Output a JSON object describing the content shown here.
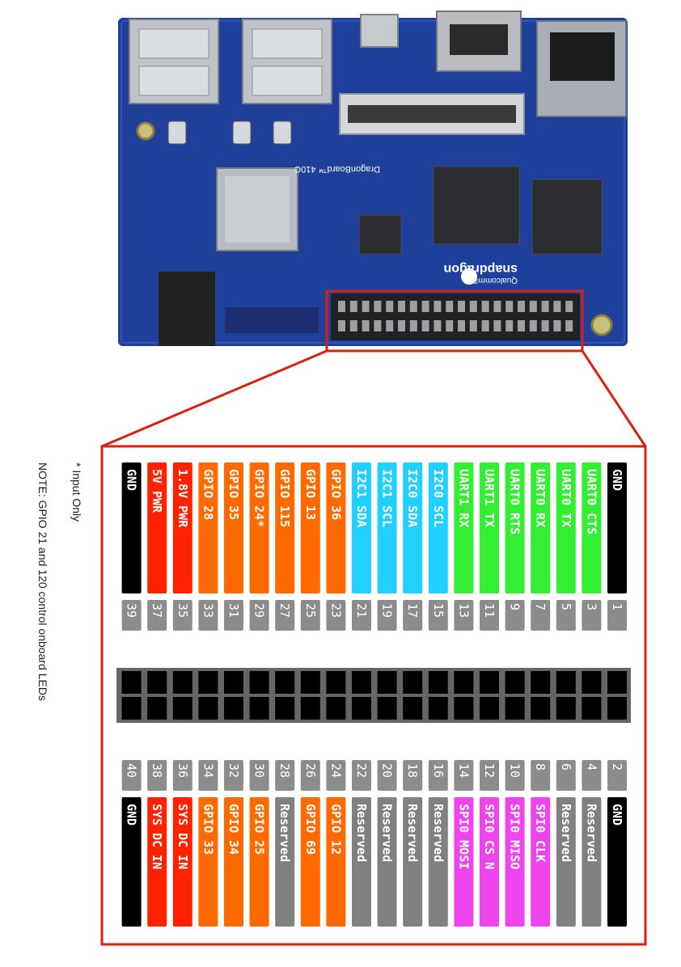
{
  "board": {
    "name": "DragonBoard™ 410C",
    "brand": "snapdragon",
    "maker": "Qualcomm®"
  },
  "notes": {
    "footnote": "* Input Only",
    "note": "NOTE:  GPIO 21 and 120 control onboard LEDs"
  },
  "colors": {
    "power": "#ff2200",
    "gpio": "#ff6a00",
    "i2c": "#22d0ff",
    "uart": "#33ee33",
    "spi": "#ee44ee",
    "gnd": "#000000",
    "reserved": "#808080",
    "pin_number": "#8c8c8c",
    "highlight": "#dd1f10",
    "pcb": "#1e3f9a"
  },
  "pins_odd": [
    {
      "num": "1",
      "label": "GND",
      "group": "gnd"
    },
    {
      "num": "3",
      "label": "UART0 CTS",
      "group": "uart"
    },
    {
      "num": "5",
      "label": "UART0 TX",
      "group": "uart"
    },
    {
      "num": "7",
      "label": "UART0 RX",
      "group": "uart"
    },
    {
      "num": "9",
      "label": "UART0 RTS",
      "group": "uart"
    },
    {
      "num": "11",
      "label": "UART1 TX",
      "group": "uart"
    },
    {
      "num": "13",
      "label": "UART1 RX",
      "group": "uart"
    },
    {
      "num": "15",
      "label": "I2C0 SCL",
      "group": "i2c"
    },
    {
      "num": "17",
      "label": "I2C0 SDA",
      "group": "i2c"
    },
    {
      "num": "19",
      "label": "I2C1 SCL",
      "group": "i2c"
    },
    {
      "num": "21",
      "label": "I2C1 SDA",
      "group": "i2c"
    },
    {
      "num": "23",
      "label": "GPIO 36",
      "group": "gpio"
    },
    {
      "num": "25",
      "label": "GPIO 13",
      "group": "gpio"
    },
    {
      "num": "27",
      "label": "GPIO 115",
      "group": "gpio"
    },
    {
      "num": "29",
      "label": "GPIO 24*",
      "group": "gpio"
    },
    {
      "num": "31",
      "label": "GPIO 35",
      "group": "gpio"
    },
    {
      "num": "33",
      "label": "GPIO 28",
      "group": "gpio"
    },
    {
      "num": "35",
      "label": "1.8V PWR",
      "group": "power"
    },
    {
      "num": "37",
      "label": "5V PWR",
      "group": "power"
    },
    {
      "num": "39",
      "label": "GND",
      "group": "gnd"
    }
  ],
  "pins_even": [
    {
      "num": "2",
      "label": "GND",
      "group": "gnd"
    },
    {
      "num": "4",
      "label": "Reserved",
      "group": "reserved"
    },
    {
      "num": "6",
      "label": "Reserved",
      "group": "reserved"
    },
    {
      "num": "8",
      "label": "SPI0 CLK",
      "group": "spi"
    },
    {
      "num": "10",
      "label": "SPI0 MISO",
      "group": "spi"
    },
    {
      "num": "12",
      "label": "SPI0 CS N",
      "group": "spi"
    },
    {
      "num": "14",
      "label": "SPI0 MOSI",
      "group": "spi"
    },
    {
      "num": "16",
      "label": "Reserved",
      "group": "reserved"
    },
    {
      "num": "18",
      "label": "Reserved",
      "group": "reserved"
    },
    {
      "num": "20",
      "label": "Reserved",
      "group": "reserved"
    },
    {
      "num": "22",
      "label": "Reserved",
      "group": "reserved"
    },
    {
      "num": "24",
      "label": "GPIO 12",
      "group": "gpio"
    },
    {
      "num": "26",
      "label": "GPIO 69",
      "group": "gpio"
    },
    {
      "num": "28",
      "label": "Reserved",
      "group": "reserved"
    },
    {
      "num": "30",
      "label": "GPIO 25",
      "group": "gpio"
    },
    {
      "num": "32",
      "label": "GPIO 34",
      "group": "gpio"
    },
    {
      "num": "34",
      "label": "GPIO 33",
      "group": "gpio"
    },
    {
      "num": "36",
      "label": "SYS DC IN",
      "group": "power"
    },
    {
      "num": "38",
      "label": "SYS DC IN",
      "group": "power"
    },
    {
      "num": "40",
      "label": "GND",
      "group": "gnd"
    }
  ]
}
